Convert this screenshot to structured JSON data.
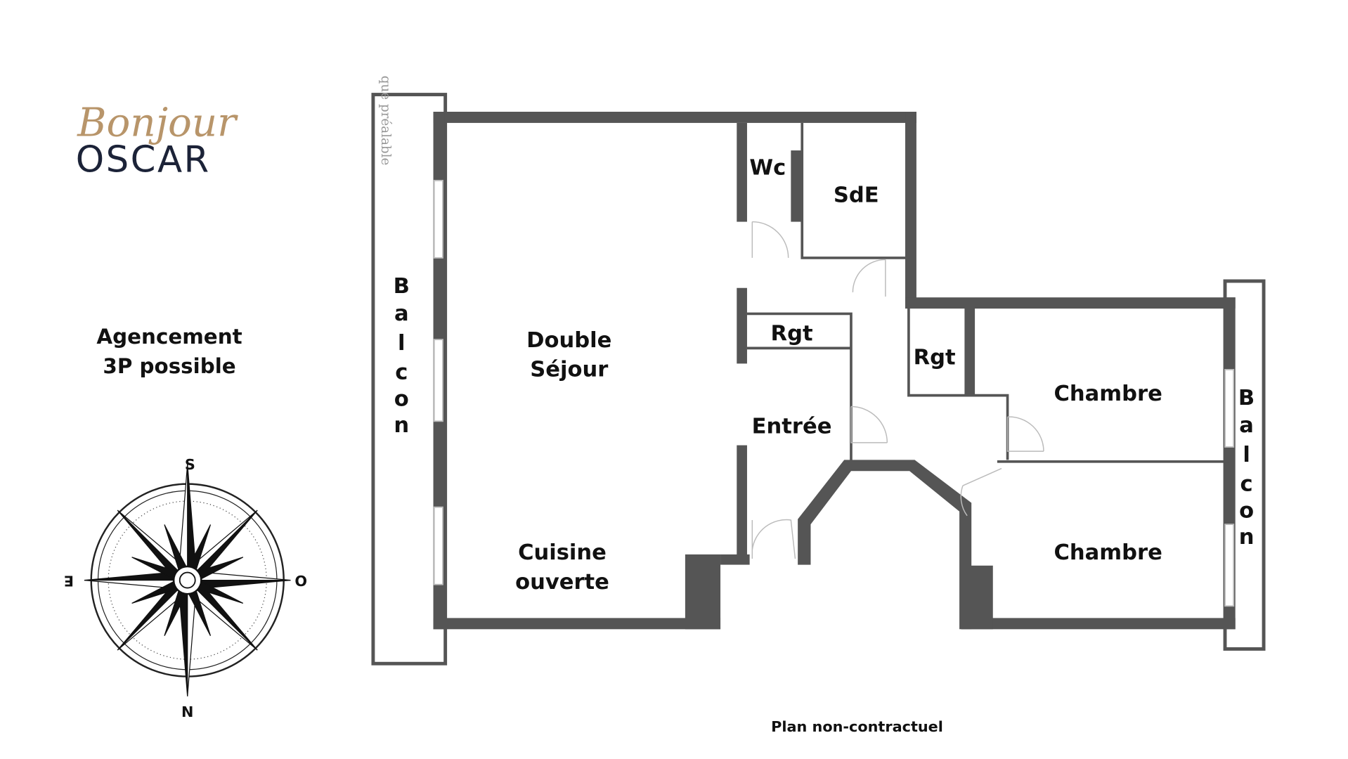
{
  "logo": {
    "script": "Bonjour",
    "word": "OSCAR",
    "script_color": "#b8956a",
    "word_color": "#1c2338"
  },
  "note": {
    "line1": "Agencement",
    "line2": "3P possible"
  },
  "compass": {
    "north": "N",
    "south": "S",
    "east": "E",
    "west": "O"
  },
  "rooms": {
    "double_sejour_1": "Double",
    "double_sejour_2": "Séjour",
    "cuisine_1": "Cuisine",
    "cuisine_2": "ouverte",
    "wc": "Wc",
    "sde": "SdE",
    "rgt_1": "Rgt",
    "rgt_2": "Rgt",
    "entree": "Entrée",
    "chambre_1": "Chambre",
    "chambre_2": "Chambre",
    "balcon_left": [
      "B",
      "a",
      "l",
      "c",
      "o",
      "n"
    ],
    "balcon_right": [
      "B",
      "a",
      "l",
      "c",
      "o",
      "n"
    ]
  },
  "residual_text": "que préalable",
  "footer": "Plan non-contractuel",
  "colors": {
    "wall": "#555555",
    "text": "#111111"
  }
}
